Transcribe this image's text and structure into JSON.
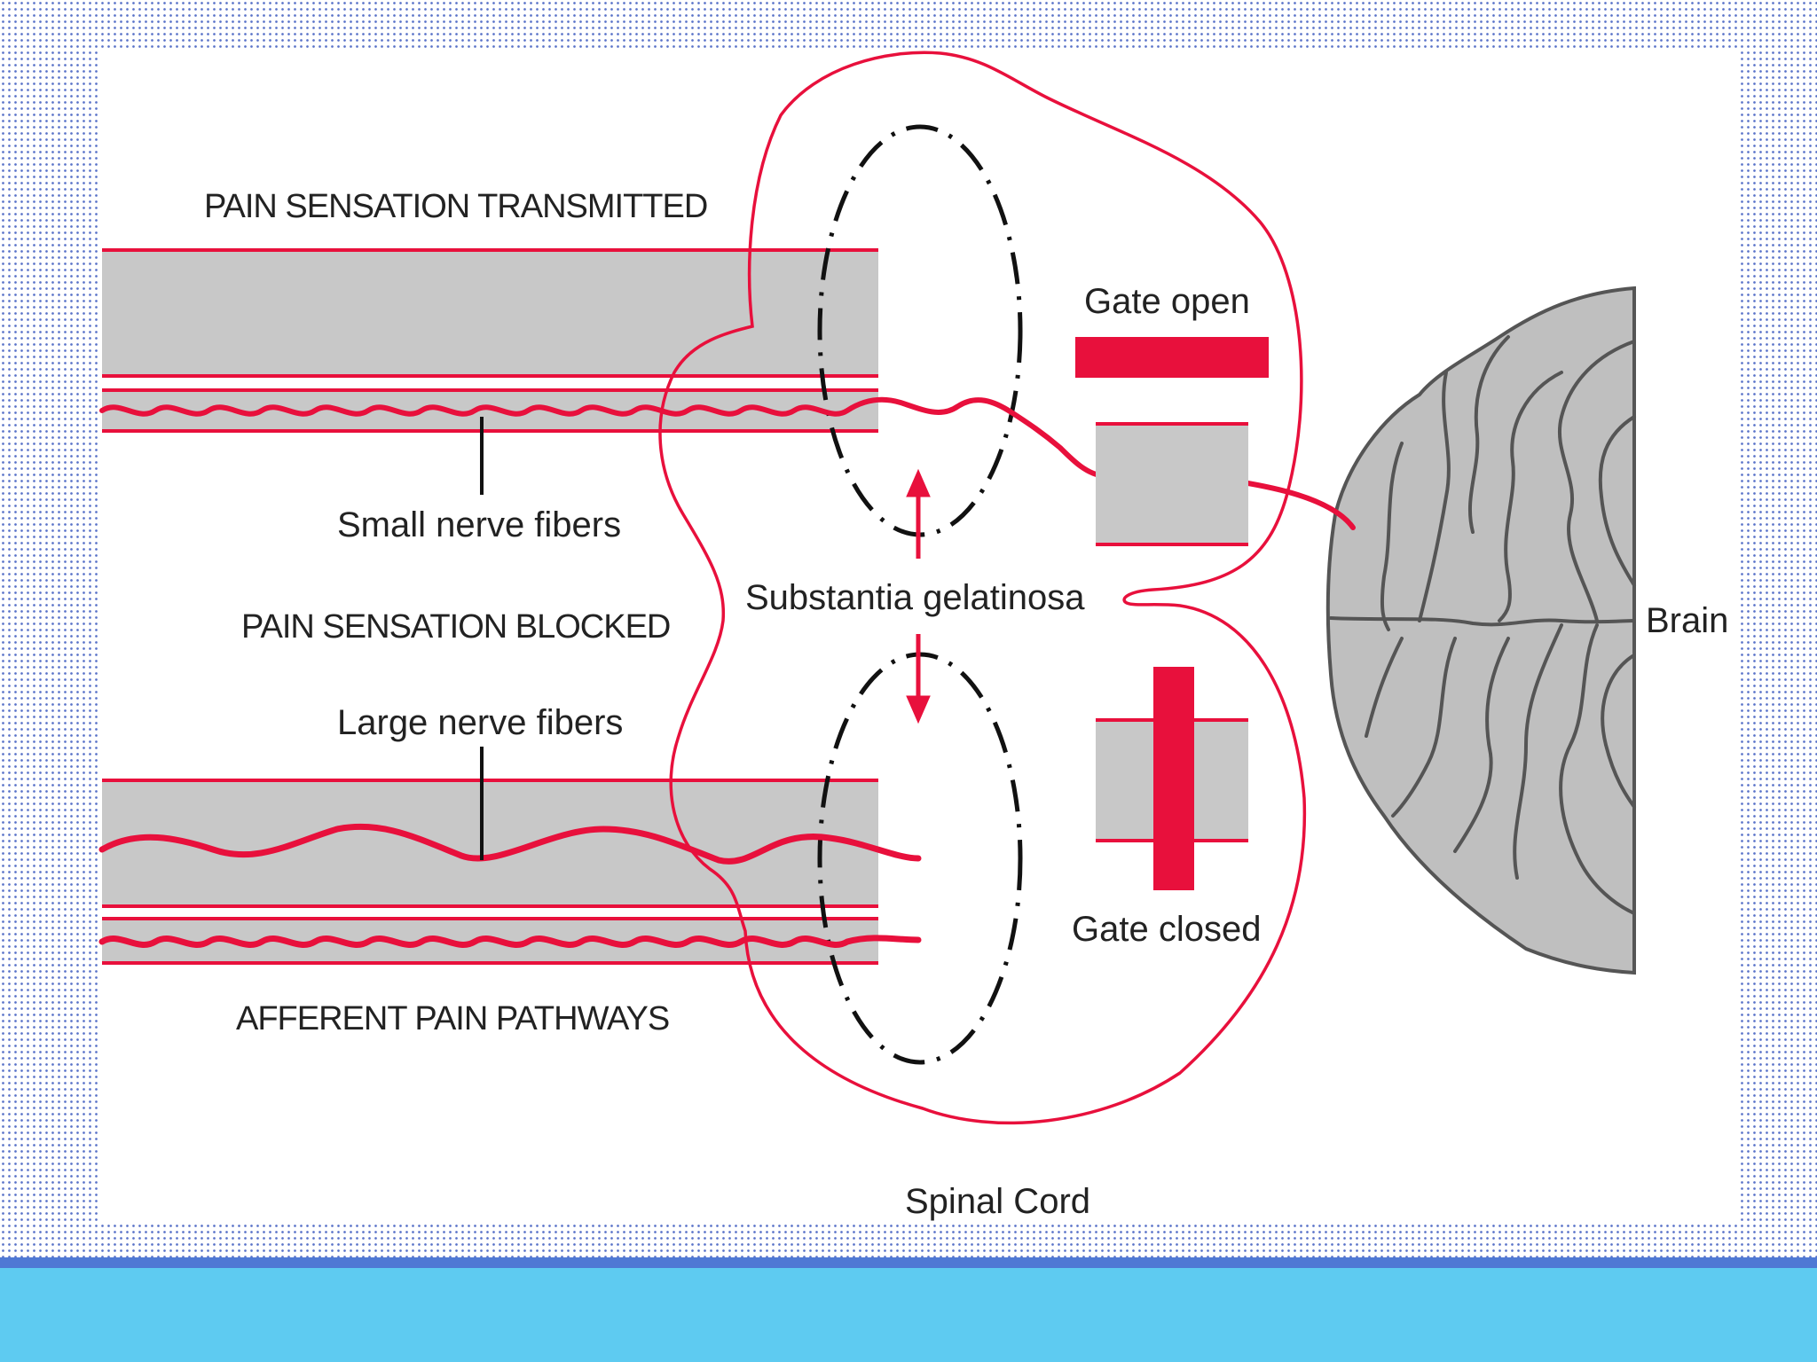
{
  "labels": {
    "pain_transmitted": "PAIN SENSATION TRANSMITTED",
    "small_fibers": "Small nerve fibers",
    "pain_blocked": "PAIN SENSATION BLOCKED",
    "large_fibers": "Large nerve fibers",
    "afferent": "AFFERENT PAIN PATHWAYS",
    "substantia": "Substantia gelatinosa",
    "gate_open": "Gate open",
    "gate_closed": "Gate closed",
    "brain": "Brain",
    "spinal_cord": "Spinal Cord"
  },
  "colors": {
    "nerve_red": "#e8103c",
    "fill_gray": "#c8c8c8",
    "brain_gray": "#bfbfbf",
    "brain_outline": "#555555",
    "band_blue": "#5ecbf1",
    "band_stripe": "#4f79d4"
  }
}
